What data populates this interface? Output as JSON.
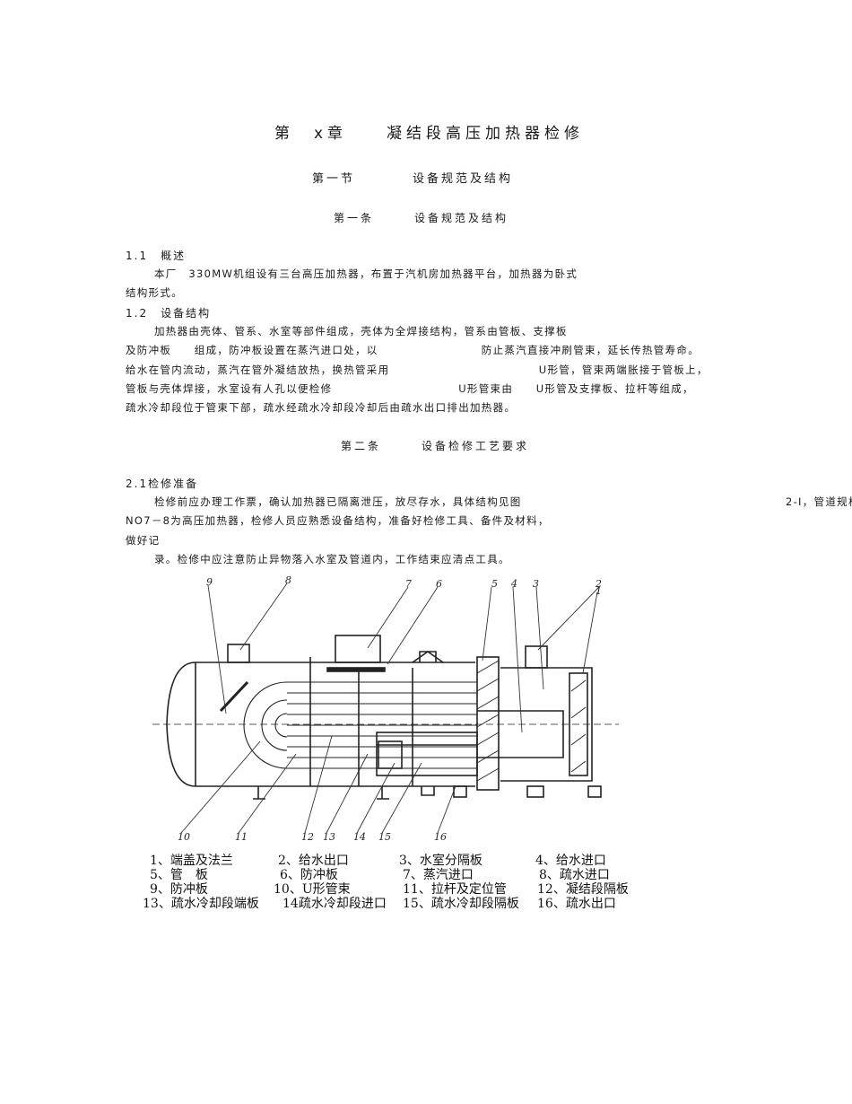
{
  "heading": {
    "chapter": "第　x章　　凝结段高压加热器检修",
    "section": "第一节　　　　设备规范及结构",
    "subsection": "第一条　　　设备规范及结构"
  },
  "s11": {
    "title": "1.1　概述",
    "lines": [
      "本厂　330MW机组设有三台高压加热器，布置于汽机房加热器平台，加热器为卧式",
      "结构形式。"
    ]
  },
  "s12": {
    "title": "1.2　设备结构",
    "lines": [
      "加热器由壳体、管系、水室等部件组成，壳体为全焊接结构，管系由管板、支撑板",
      "及防冲板　　组成，防冲板设置在蒸汽进口处，以　　　　　　　　　防止蒸汽直接冲刷管束，延长传热管寿命。",
      "给水在管内流动，蒸汽在管外凝结放热，换热管采用　　　　　　　　　　　　　U形管，管束两端胀接于管板上，",
      "管板与壳体焊接，水室设有人孔以便检修　　　　　　　　　　　U形管束由　　U形管及支撑板、拉杆等组成，",
      "疏水冷却段位于管束下部，疏水经疏水冷却段冷却后由疏水出口排出加热器。"
    ]
  },
  "s2heading": "第二条　　　设备检修工艺要求",
  "s21": {
    "title": "2.1检修准备",
    "lines": [
      "检修前应办理工作票，确认加热器已隔离泄压，放尽存水，具体结构见图　　　　　　　　　　　　　　　　　　　　　　　2-I，管道规格",
      "NO7－8为高压加热器，检修人员应熟悉设备结构，准备好检修工具、备件及材料，",
      "做好记",
      "录。检修中应注意防止异物落入水室及管道内，工作结束应清点工具。"
    ]
  },
  "diagram": {
    "callouts": [
      "9",
      "8",
      "7",
      "6",
      "5",
      "4",
      "3",
      "2",
      "1",
      "10",
      "11",
      "12",
      "13",
      "14",
      "15",
      "16"
    ]
  },
  "legend": {
    "rows": [
      [
        "1、端盖及法兰",
        "2、给水出口",
        "3、水室分隔板",
        "4、给水进口"
      ],
      [
        "5、管　板",
        "6、防冲板",
        "7、蒸汽进口",
        "8、疏水进口"
      ],
      [
        "9、防冲板",
        "10、U形管束",
        "11、拉杆及定位管",
        "12、凝结段隔板"
      ],
      [
        "13、疏水冷却段端板",
        "14疏水冷却段进口",
        "15、疏水冷却段隔板",
        "16、疏水出口"
      ]
    ]
  }
}
